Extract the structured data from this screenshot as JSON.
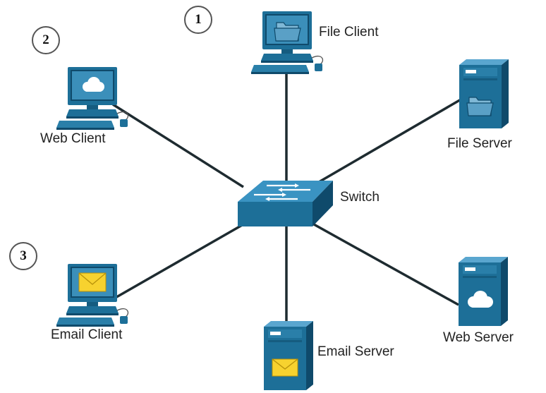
{
  "nodes": {
    "file_client": "File Client",
    "web_client": "Web Client",
    "email_client": "Email Client",
    "switch": "Switch",
    "file_server": "File Server",
    "web_server": "Web Server",
    "email_server": "Email Server"
  },
  "badges": {
    "one": "1",
    "two": "2",
    "three": "3"
  },
  "colors": {
    "device_blue": "#1d6f98",
    "device_dark": "#0f4a6b",
    "device_light": "#4a9bc4",
    "cable": "#1e2b30",
    "envelope": "#f7d22f"
  },
  "icons": {
    "file_client": "folder-icon",
    "web_client": "cloud-icon",
    "email_client": "envelope-icon",
    "file_server": "folder-icon",
    "web_server": "cloud-icon",
    "email_server": "envelope-icon"
  }
}
